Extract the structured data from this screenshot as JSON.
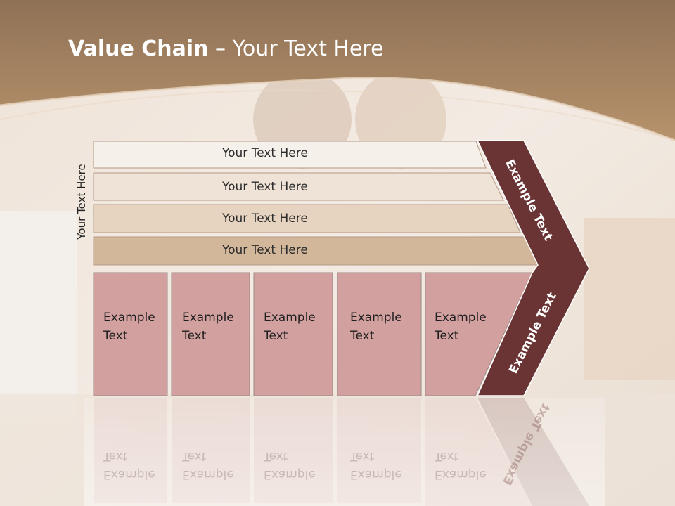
{
  "slide": {
    "title_bold": "Value Chain",
    "title_rest": " – Your Text Here",
    "side_label": "Your Text Here"
  },
  "bars": [
    {
      "label": "Your Text Here",
      "fill": "#f6f0ea"
    },
    {
      "label": "Your Text Here",
      "fill": "#efe3d7"
    },
    {
      "label": "Your Text Here",
      "fill": "#e6d4c1"
    },
    {
      "label": "Your Text Here",
      "fill": "#d3b79a"
    }
  ],
  "boxes": [
    {
      "line1": "Example",
      "line2": "Text"
    },
    {
      "line1": "Example",
      "line2": "Text"
    },
    {
      "line1": "Example",
      "line2": "Text"
    },
    {
      "line1": "Example",
      "line2": "Text"
    },
    {
      "line1": "Example",
      "line2": "Text"
    }
  ],
  "chevron": {
    "upper_label": "Example Text",
    "lower_label": "Example Text"
  },
  "colors": {
    "header": "#a98662",
    "box_fill": "#d3a0a0",
    "chevron_fill": "#6b3434"
  }
}
